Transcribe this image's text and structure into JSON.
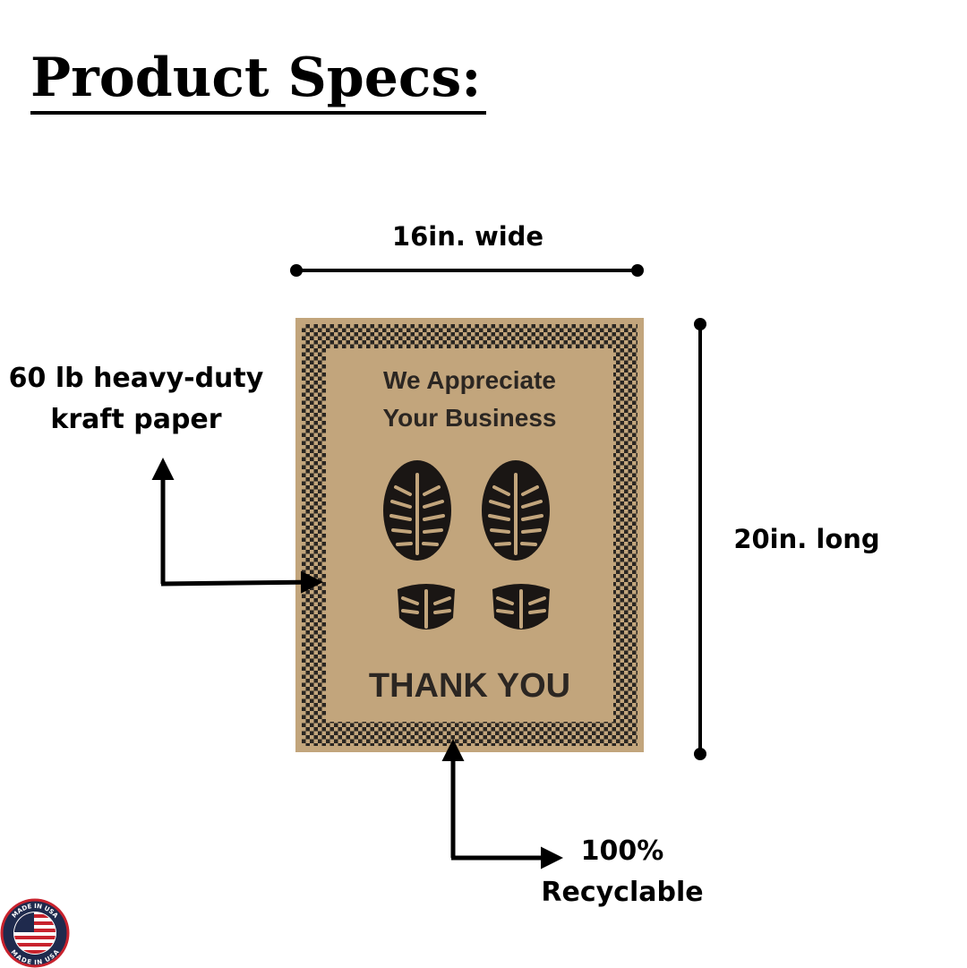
{
  "title": "Product Specs:",
  "dimensions": {
    "width_label": "16in. wide",
    "length_label": "20in. long"
  },
  "callouts": {
    "material_line1": "60 lb heavy-duty",
    "material_line2": "kraft paper",
    "recycle_line1": "100%",
    "recycle_line2": "Recyclable"
  },
  "mat": {
    "heading_line1": "We Appreciate",
    "heading_line2": "Your Business",
    "footer": "THANK YOU"
  },
  "badge": {
    "text_top": "MADE IN USA",
    "text_bottom": "MADE IN USA"
  },
  "colors": {
    "kraft": "#c2a57c",
    "ink": "#2b2622",
    "badge_navy": "#1f2a4d",
    "badge_red": "#c8222d"
  },
  "icons": [
    "boot-print-icon",
    "made-in-usa-badge-icon",
    "arrow-icon"
  ]
}
